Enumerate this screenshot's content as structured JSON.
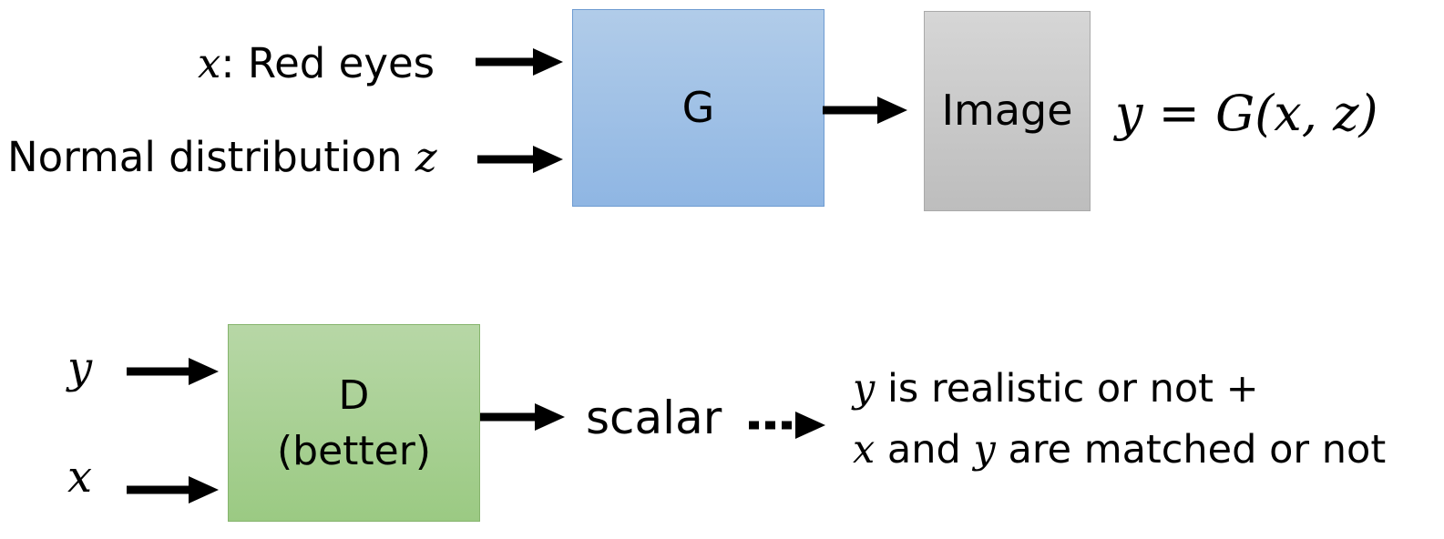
{
  "generator_inputs": {
    "x_var": "x",
    "x_label": ": Red eyes",
    "z_label": "Normal distribution ",
    "z_var": "z"
  },
  "generator": {
    "label": "G"
  },
  "output": {
    "label": "Image",
    "equation_y": "y",
    "equation_eq": " = ",
    "equation_G": "G",
    "equation_args": "(x, z)"
  },
  "discriminator_inputs": {
    "y_var": "y",
    "x_var": "x"
  },
  "discriminator": {
    "line1": "D",
    "line2": "(better)"
  },
  "discriminator_output": {
    "label": "scalar",
    "desc1_var": "y",
    "desc1_text": " is realistic or not +",
    "desc2_var1": "x",
    "desc2_mid": " and ",
    "desc2_var2": "y",
    "desc2_text": " are matched or not"
  },
  "colors": {
    "generator_fill": "#9dbfe6",
    "image_fill": "#c8c8c8",
    "discriminator_fill": "#a9d095",
    "arrow": "#000000"
  }
}
